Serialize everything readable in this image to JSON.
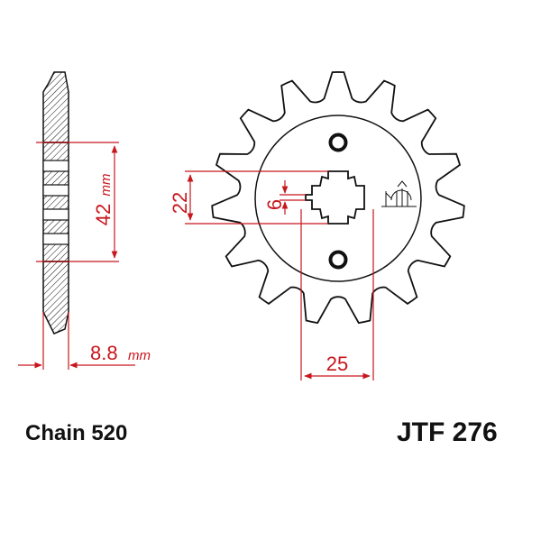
{
  "diagram": {
    "colors": {
      "outline": "#111111",
      "dimension": "#c8161d",
      "hatch": "#111111"
    },
    "sprocket": {
      "teeth": 15
    },
    "dimensions": {
      "thickness_value": "42",
      "thickness_unit": "mm",
      "width_value": "8.8",
      "width_unit": "mm",
      "spline_height": "22",
      "keyway_width": "6",
      "spline_width": "25"
    },
    "icons": [
      "torque-symbol-icon"
    ]
  },
  "footer": {
    "chain": "Chain 520",
    "part_number": "JTF 276"
  }
}
